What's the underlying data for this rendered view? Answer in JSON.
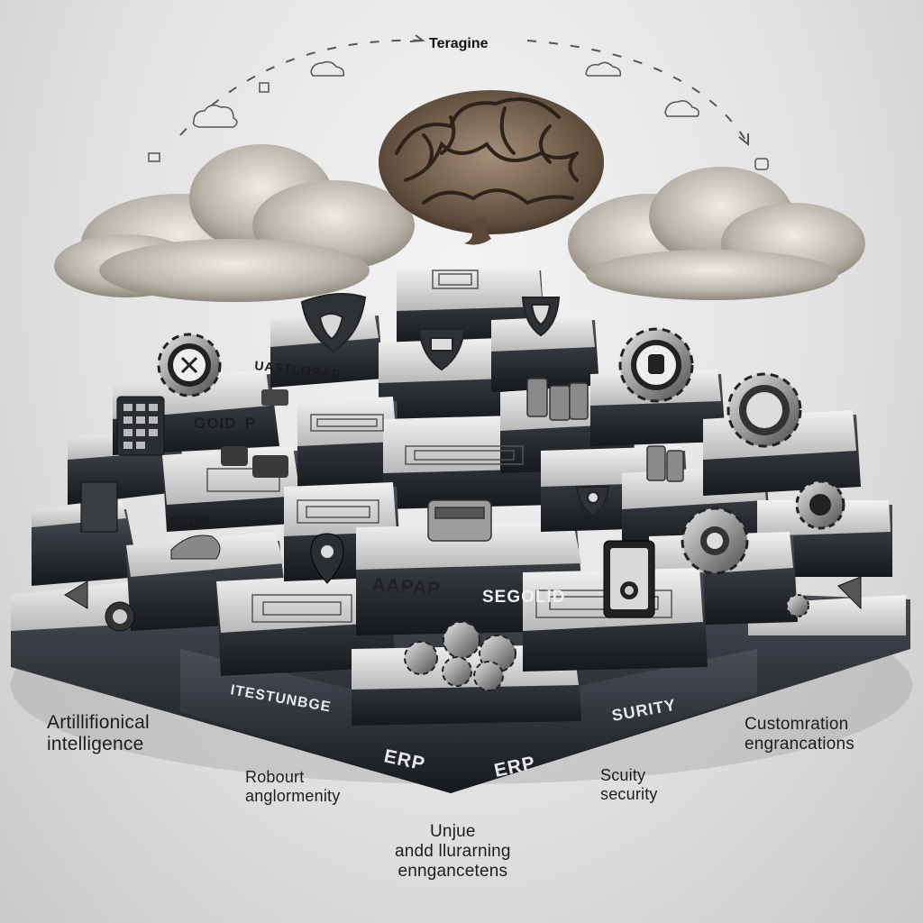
{
  "header": {
    "title": "Teragine"
  },
  "plates": {
    "back": "UASTLORAD",
    "gold": "GOID",
    "gold_mark": "P",
    "slip": "SLIIP",
    "aapap": "AAPAP",
    "segolid": "SEGOLID",
    "front_left": "ITESTUNBGE",
    "erp_left": "ERP",
    "erp_right": "ERP",
    "front_right": "SURITY"
  },
  "labels": {
    "left_top": [
      "Artillifionical",
      "intelligence"
    ],
    "left_bottom": [
      "Robourt",
      "anglormenity"
    ],
    "center_bottom": [
      "Unjue",
      "andd llurarning",
      "enngancetens"
    ],
    "right_mid": [
      "Scuity",
      "security"
    ],
    "right_top": [
      "Customration",
      "engrancations"
    ]
  },
  "icons": [
    "brain-icon",
    "cloud-icon",
    "shield-icon",
    "gear-icon",
    "server-stack-icon",
    "tablet-icon",
    "keypad-icon",
    "location-pin-icon",
    "chip-icon",
    "lock-icon"
  ]
}
